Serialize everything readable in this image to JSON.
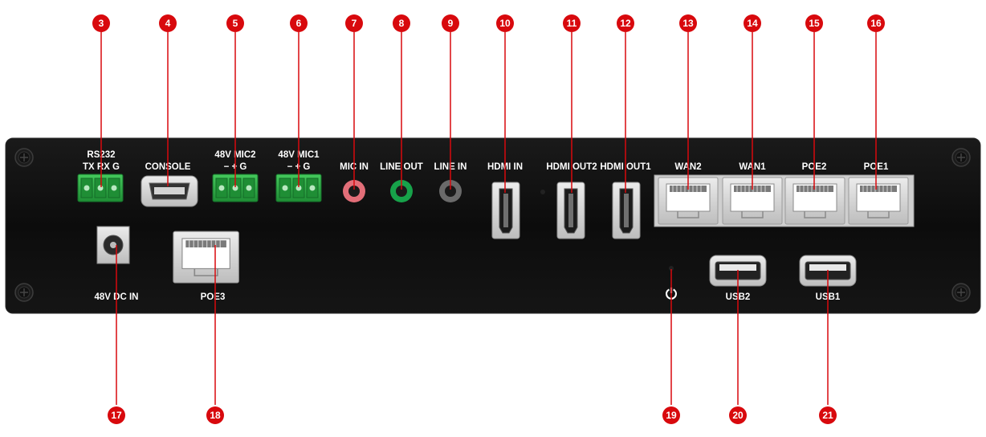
{
  "panel": {
    "rs232": {
      "title": "RS232",
      "pins": "TX  RX  G"
    },
    "console": "CONSOLE",
    "mic2": {
      "title": "48V MIC2",
      "pins": "−  +  G"
    },
    "mic1": {
      "title": "48V MIC1",
      "pins": "−  +  G"
    },
    "mic_in": "MIC IN",
    "line_out": "LINE OUT",
    "line_in": "LINE IN",
    "hdmi_in": "HDMI IN",
    "hdmi_out2": "HDMI OUT2",
    "hdmi_out1": "HDMI OUT1",
    "wan2": "WAN2",
    "wan1": "WAN1",
    "poe2": "POE2",
    "poe1": "POE1",
    "dc_in": "48V DC IN",
    "poe3": "POE3",
    "power_symbol": "⏻",
    "usb2": "USB2",
    "usb1": "USB1"
  },
  "callouts": {
    "c3": "3",
    "c4": "4",
    "c5": "5",
    "c6": "6",
    "c7": "7",
    "c8": "8",
    "c9": "9",
    "c10": "10",
    "c11": "11",
    "c12": "12",
    "c13": "13",
    "c14": "14",
    "c15": "15",
    "c16": "16",
    "c17": "17",
    "c18": "18",
    "c19": "19",
    "c20": "20",
    "c21": "21"
  },
  "colors": {
    "chassis": "#0d0d0d",
    "callout_red": "#d8090d",
    "terminal_green": "#2fb347",
    "mic_pink": "#e26e78",
    "line_out_green": "#17a24a",
    "line_in_gray": "#6a6a6a",
    "port_silver": "#d9d9d9"
  }
}
